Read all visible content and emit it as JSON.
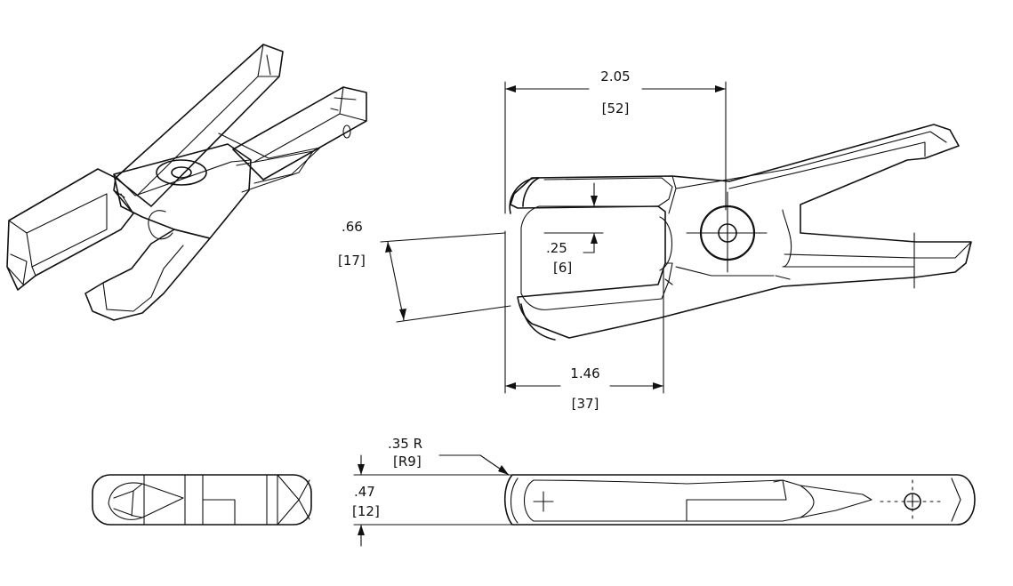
{
  "dimensions": {
    "overall_length_in": "2.05",
    "overall_length_mm": "[52]",
    "jaw_length_in": "1.46",
    "jaw_length_mm": "[37]",
    "jaw_opening_in": ".66",
    "jaw_opening_mm": "[17]",
    "blade_depth_in": ".25",
    "blade_depth_mm": "[6]",
    "radius_in": ".35 R",
    "radius_mm": "[R9]",
    "thickness_in": ".47",
    "thickness_mm": "[12]"
  }
}
